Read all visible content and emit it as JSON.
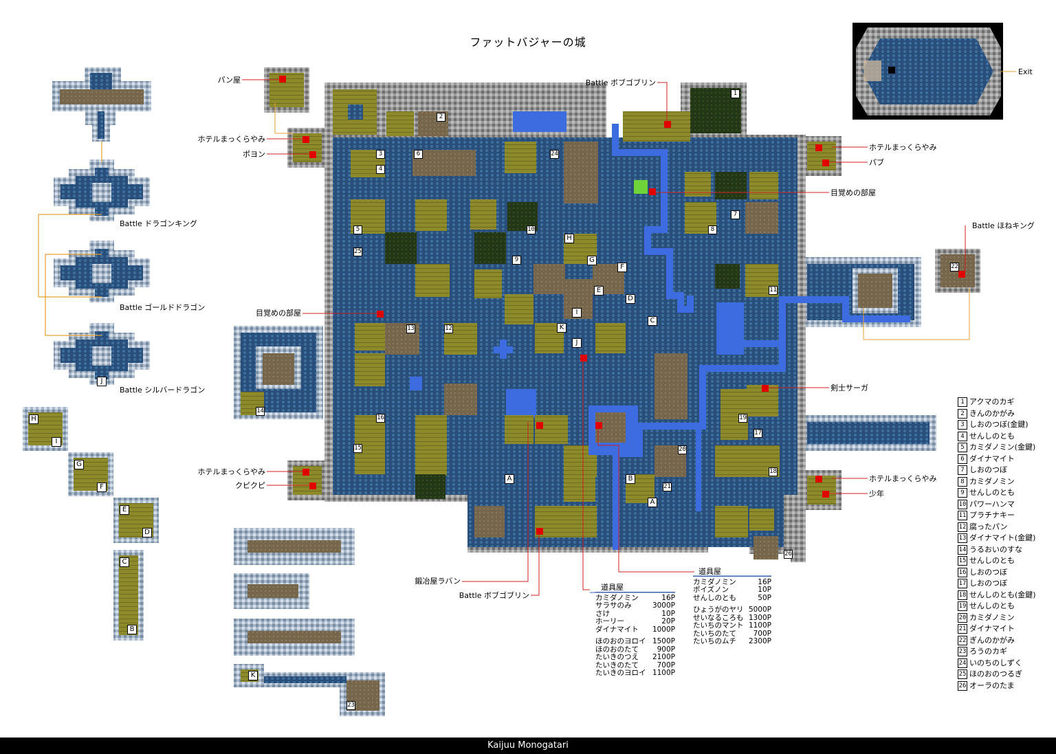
{
  "title": "ファットバジャーの城",
  "footer": "Kaijuu Monogatari",
  "colors": {
    "stone": "#8a8a8a",
    "water": "#2a5b8a",
    "bright_water": "#3c6ce0",
    "floor": "#8b8a28",
    "dirt": "#7a6a50",
    "dark": "#2c3d1c",
    "marker": "#e00000",
    "line_red": "#d02020",
    "line_orange": "#e8a030"
  },
  "left_labels": [
    {
      "text": "Battle ドラゴンキング"
    },
    {
      "text": "Battle ゴールドドラゴン"
    },
    {
      "text": "Battle シルバードラゴン"
    }
  ],
  "map_labels": {
    "pan": "パン屋",
    "hotel1": "ホテルまっくらやみ",
    "poyon": "ポヨン",
    "mezame1": "目覚めの部屋",
    "hotel2": "ホテルまっくらやみ",
    "kupikupi": "クピクピ",
    "battle_bobu_top": "Battle ボブゴブリン",
    "hotel3": "ホテルまっくらやみ",
    "pub": "パブ",
    "mezame2": "目覚めの部屋",
    "battle_hone": "Battle ほねキング",
    "kenshi": "剣士サーガ",
    "hotel4": "ホテルまっくらやみ",
    "shonen": "少年",
    "kajiya": "鍛冶屋ラバン",
    "battle_bobu_bottom": "Battle ボブゴブリン",
    "exit": "Exit"
  },
  "shop1": {
    "heading": "道具屋",
    "groups": [
      [
        [
          "カミダノミン",
          "16P"
        ],
        [
          "サラサのみ",
          "3000P"
        ],
        [
          "さけ",
          "10P"
        ],
        [
          "ホーリー",
          "20P"
        ],
        [
          "ダイナマイト",
          "1000P"
        ]
      ],
      [
        [
          "ほのおのヨロイ",
          "1500P"
        ],
        [
          "ほのおのたて",
          "900P"
        ],
        [
          "たいきのつえ",
          "2100P"
        ],
        [
          "たいきのたて",
          "700P"
        ],
        [
          "たいきのヨロイ",
          "1100P"
        ]
      ]
    ]
  },
  "shop2": {
    "heading": "道具屋",
    "groups": [
      [
        [
          "カミダノミン",
          "16P"
        ],
        [
          "ポイズノン",
          "10P"
        ],
        [
          "せんしのとも",
          "50P"
        ]
      ],
      [
        [
          "ひょうがのヤリ",
          "5000P"
        ],
        [
          "せいなるころも",
          "1300P"
        ],
        [
          "たいちのマント",
          "1100P"
        ],
        [
          "たいちのたて",
          "700P"
        ],
        [
          "たいちのムチ",
          "2300P"
        ]
      ]
    ]
  },
  "legend": [
    {
      "n": "1",
      "t": "アクマのカギ"
    },
    {
      "n": "2",
      "t": "きんのかがみ"
    },
    {
      "n": "3",
      "t": "しおのつぼ(金鍵)"
    },
    {
      "n": "4",
      "t": "せんしのとも"
    },
    {
      "n": "5",
      "t": "カミダノミン(金鍵)"
    },
    {
      "n": "6",
      "t": "ダイナマイト"
    },
    {
      "n": "7",
      "t": "しおのつぼ"
    },
    {
      "n": "8",
      "t": "カミダノミン"
    },
    {
      "n": "9",
      "t": "せんしのとも"
    },
    {
      "n": "10",
      "t": "パワーハンマ"
    },
    {
      "n": "11",
      "t": "プラチナキー"
    },
    {
      "n": "12",
      "t": "腐ったパン"
    },
    {
      "n": "13",
      "t": "ダイナマイト(金鍵)"
    },
    {
      "n": "14",
      "t": "うるおいのすな"
    },
    {
      "n": "15",
      "t": "せんしのとも"
    },
    {
      "n": "16",
      "t": "しおのつぼ"
    },
    {
      "n": "17",
      "t": "しおのつぼ"
    },
    {
      "n": "18",
      "t": "せんしのとも(金鍵)"
    },
    {
      "n": "19",
      "t": "せんしのとも"
    },
    {
      "n": "20",
      "t": "カミダノミン"
    },
    {
      "n": "21",
      "t": "ダイナマイト"
    },
    {
      "n": "22",
      "t": "ぎんのかがみ"
    },
    {
      "n": "23",
      "t": "ろうのカギ"
    },
    {
      "n": "24",
      "t": "いのちのしずく"
    },
    {
      "n": "25",
      "t": "ほのおのつるぎ"
    },
    {
      "n": "26",
      "t": "オーラのたま"
    }
  ],
  "map_numbers": [
    {
      "n": "1"
    },
    {
      "n": "2"
    },
    {
      "n": "3"
    },
    {
      "n": "4"
    },
    {
      "n": "5"
    },
    {
      "n": "6"
    },
    {
      "n": "7"
    },
    {
      "n": "8"
    },
    {
      "n": "9"
    },
    {
      "n": "10"
    },
    {
      "n": "11"
    },
    {
      "n": "12"
    },
    {
      "n": "13"
    },
    {
      "n": "14"
    },
    {
      "n": "15"
    },
    {
      "n": "16"
    },
    {
      "n": "17"
    },
    {
      "n": "18"
    },
    {
      "n": "19"
    },
    {
      "n": "20"
    },
    {
      "n": "21"
    },
    {
      "n": "22"
    },
    {
      "n": "23"
    },
    {
      "n": "24"
    },
    {
      "n": "25"
    },
    {
      "n": "26"
    }
  ],
  "map_letters": [
    "H",
    "G",
    "F",
    "E",
    "D",
    "I",
    "C",
    "K",
    "J",
    "A",
    "B",
    "A"
  ],
  "side_letters": [
    "H",
    "I",
    "G",
    "F",
    "E",
    "D",
    "C",
    "B",
    "J",
    "K"
  ]
}
